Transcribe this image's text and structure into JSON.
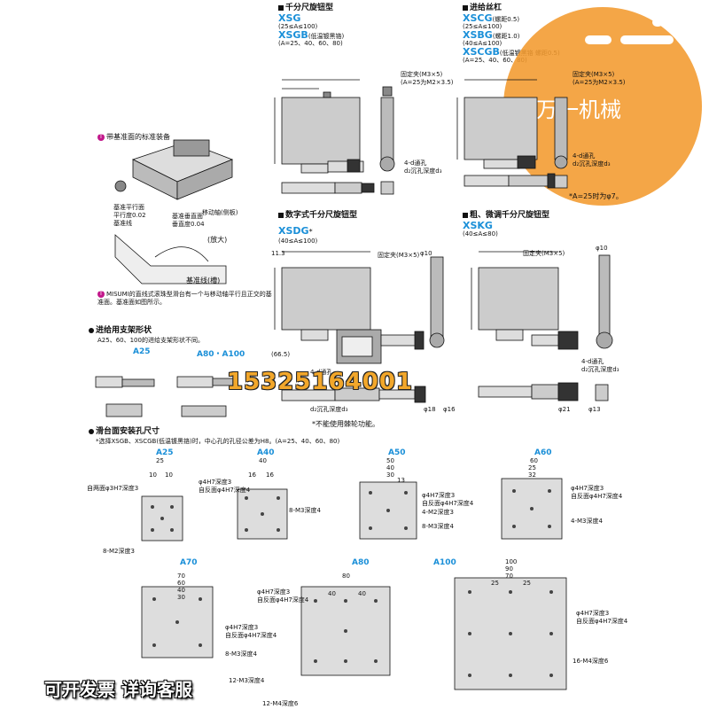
{
  "brand": {
    "name": "万一机械",
    "logo_color": "#f29a2e"
  },
  "phone": "15325164001",
  "footer": "可开发票 详询客服",
  "accent": "#1a8fd8",
  "sec1": {
    "title": "千分尺旋钮型",
    "models": [
      "XSG",
      "XSGB"
    ],
    "xsgb_note": "(低温镀黑铬)",
    "range1": "(25≤A≤100)",
    "range2": "(A=25、40、60、80)",
    "fix_label": "固定夹(M3×5)",
    "fix_note": "(A=25为M2×3.5)",
    "hole_label": "4-d通孔",
    "hole_label2": "d₂沉孔深度d₃"
  },
  "sec2": {
    "title": "进给丝杠",
    "models": [
      "XSCG",
      "XSBG",
      "XSCGB"
    ],
    "xscg_note": "(螺距0.5)",
    "xsbg_note": "(螺距1.0)",
    "xscgb_note": "(低温镀黑铬 螺距0.5)",
    "range1": "(25≤A≤100)",
    "range2": "(40≤A≤100)",
    "range3": "(A=25、40、60、80)",
    "fix_label": "固定夹(M3×5)",
    "fix_note": "(A=25为M2×3.5)",
    "hole_label": "4-d通孔",
    "hole_label2": "d₂沉孔深度d₃",
    "note": "*A=25时为φ7。"
  },
  "left": {
    "note1": "带基准面的标准装备",
    "callouts": [
      "基准平行面",
      "平行度0.02",
      "基准线",
      "移动轴(侧板)",
      "基准垂直面",
      "垂直度0.04"
    ],
    "enlarge": "(放大)",
    "base_line": "基准线(槽)",
    "note2": "MISUMI的直线式滚珠型滑台有一个与移动轴平行且正交的基准面。基准面如图所示。",
    "support_title": "进给用支架形状",
    "support_desc": "A25、60、100的进给支架形状不同。",
    "a25": "A25",
    "a80_100": "A80・A100"
  },
  "sec3": {
    "title": "数字式千分尺旋钮型",
    "model": "XSDG",
    "star": "*",
    "range": "(40≤A≤100)",
    "fix_label": "固定夹(M3×5)",
    "hole_label": "4-d通孔",
    "hole_label2": "d₂沉孔深度d₃",
    "note": "*不能使用棘轮功能。",
    "dims": [
      "11.3",
      "φ10",
      "(66.5)",
      "φ18",
      "φ16"
    ]
  },
  "sec4": {
    "title": "粗、微调千分尺旋钮型",
    "model": "XSKG",
    "range": "(40≤A≤80)",
    "fix_label": "固定夹(M3×5)",
    "hole_label": "4-d通孔",
    "hole_label2": "d₂沉孔深度d₃",
    "dims": [
      "φ10",
      "φ21",
      "φ13"
    ]
  },
  "mount": {
    "title": "滑台面安装孔尺寸",
    "note": "*选择XSGB、XSCGB(低温镀黑铬)时，中心孔的孔径公差为H8。(A=25、40、60、80)",
    "panels": [
      {
        "label": "A25",
        "labels": [
          "自两面φ3H7深度3",
          "8-M2深度3"
        ],
        "dims": [
          "25",
          "10",
          "10"
        ]
      },
      {
        "label": "A40",
        "labels": [
          "φ4H7深度3",
          "自反面φ4H7深度4",
          "8-M3深度4"
        ],
        "dims": [
          "40",
          "16",
          "16"
        ]
      },
      {
        "label": "A50",
        "labels": [
          "φ4H7深度3",
          "自反面φ4H7深度4",
          "4-M2深度3",
          "8-M3深度4"
        ],
        "dims": [
          "50",
          "40",
          "30",
          "13"
        ]
      },
      {
        "label": "A60",
        "labels": [
          "φ4H7深度3",
          "自反面φ4H7深度4",
          "4-M3深度4"
        ],
        "dims": [
          "60",
          "25",
          "32"
        ]
      },
      {
        "label": "A70",
        "labels": [
          "φ4H7深度3",
          "自反面φ4H7深度4",
          "8-M3深度4",
          "12-M3深度4"
        ],
        "dims": [
          "70",
          "60",
          "40",
          "30"
        ]
      },
      {
        "label": "A80",
        "labels": [
          "φ4H7深度3",
          "自反面φ4H7深度4",
          "12-M4深度6"
        ],
        "dims": [
          "80",
          "40",
          "40"
        ]
      },
      {
        "label": "A100",
        "labels": [
          "φ4H7深度3",
          "自反面φ4H7深度4",
          "16-M4深度6"
        ],
        "dims": [
          "100",
          "90",
          "70",
          "25",
          "25"
        ]
      }
    ]
  }
}
